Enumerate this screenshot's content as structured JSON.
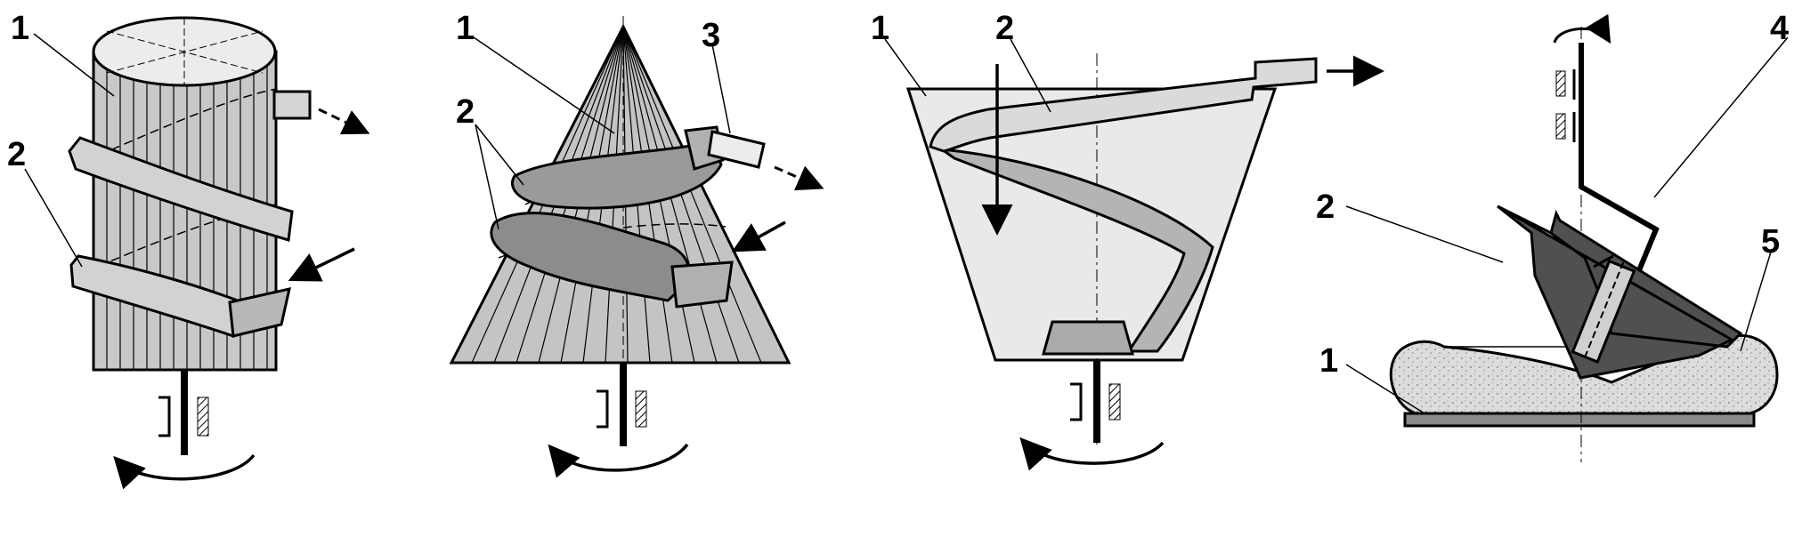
{
  "panels": [
    {
      "id": "cylinder",
      "labels": [
        "1",
        "2"
      ]
    },
    {
      "id": "cone",
      "labels": [
        "1",
        "2",
        "3"
      ]
    },
    {
      "id": "bowl",
      "labels": [
        "1",
        "2"
      ]
    },
    {
      "id": "trough",
      "labels": [
        "1",
        "2",
        "4",
        "5"
      ]
    }
  ],
  "colors": {
    "stroke": "#000000",
    "light_fill": "#e9e9e9",
    "mid_fill": "#c8c8c8",
    "dark_fill": "#9a9a9a",
    "very_dark_fill": "#505050",
    "speckle_fill": "#dcdcdc"
  },
  "icons": {
    "rotation": "curved-arrow-icon",
    "feed": "straight-arrow-icon",
    "bearing": "bearing-hatch-icon"
  }
}
